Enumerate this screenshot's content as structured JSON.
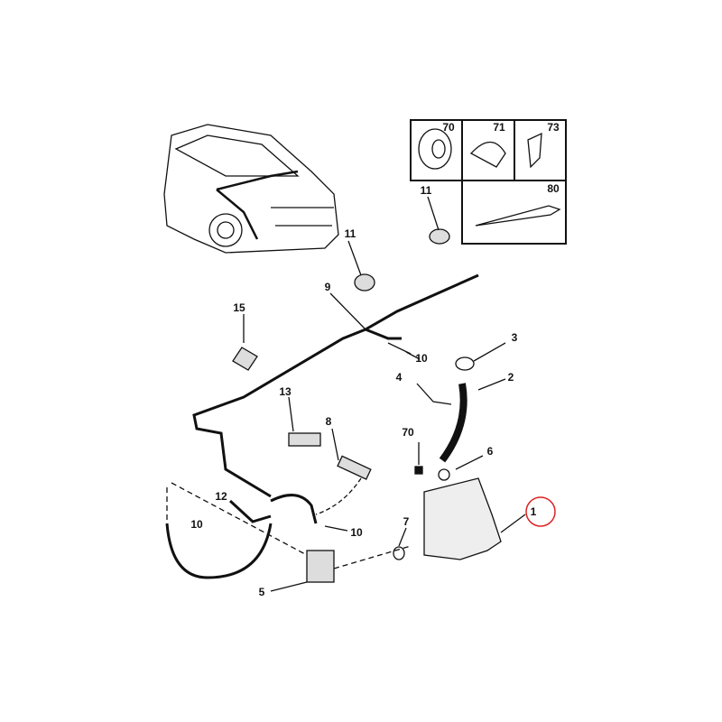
{
  "title": "Windscreen washer system parts diagram",
  "inset_labels": [
    "70",
    "71",
    "73",
    "80"
  ],
  "labels": [
    {
      "id": "11",
      "text": "11"
    },
    {
      "id": "11b",
      "text": "11"
    },
    {
      "id": "9",
      "text": "9"
    },
    {
      "id": "15",
      "text": "15"
    },
    {
      "id": "3",
      "text": "3"
    },
    {
      "id": "10a",
      "text": "10"
    },
    {
      "id": "4",
      "text": "4"
    },
    {
      "id": "2",
      "text": "2"
    },
    {
      "id": "13",
      "text": "13"
    },
    {
      "id": "8",
      "text": "8"
    },
    {
      "id": "70",
      "text": "70"
    },
    {
      "id": "6",
      "text": "6"
    },
    {
      "id": "12",
      "text": "12"
    },
    {
      "id": "1",
      "text": "1"
    },
    {
      "id": "10b",
      "text": "10"
    },
    {
      "id": "7",
      "text": "7"
    },
    {
      "id": "10c",
      "text": "10"
    },
    {
      "id": "5",
      "text": "5"
    }
  ],
  "highlight_color": "#d22"
}
